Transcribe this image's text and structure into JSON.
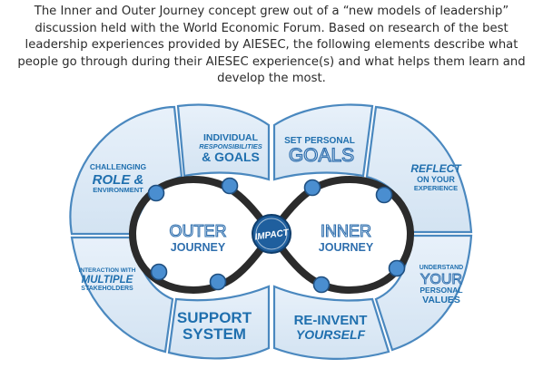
{
  "intro": "The Inner and Outer Journey concept grew out of a “new models of leadership” discussion held with the World Economic Forum. Based on research of the best leadership experiences provided by AIESEC, the following elements describe what people go through during their AIESEC experience(s) and what helps them learn and develop the most.",
  "colors": {
    "segment_fill": "#dce9f5",
    "segment_stroke": "#4a88bf",
    "ring": "#2b2b2b",
    "dot": "#4a8ed0",
    "text": "#1f6fae",
    "impact": "#1f5f9e"
  },
  "center": {
    "badge": "IMPACT"
  },
  "outer": {
    "line1": "OUTER",
    "line2": "JOURNEY"
  },
  "inner": {
    "line1": "INNER",
    "line2": "JOURNEY"
  },
  "segments": {
    "challenging": {
      "l1": "CHALLENGING",
      "l2": "ROLE &",
      "l3": "ENVIRONMENT"
    },
    "individual": {
      "l1": "INDIVIDUAL",
      "l2": "RESPONSIBILITIES",
      "l3": "& GOALS"
    },
    "interaction": {
      "l1": "INTERACTION WITH",
      "l2": "MULTIPLE",
      "l3": "STAKEHOLDERS"
    },
    "support": {
      "l1": "SUPPORT",
      "l2": "SYSTEM"
    },
    "goals": {
      "l1": "SET PERSONAL",
      "l2": "GOALS"
    },
    "reflect": {
      "l1": "REFLECT",
      "l2": "ON YOUR",
      "l3": "EXPERIENCE"
    },
    "values": {
      "l1": "UNDERSTAND",
      "l2": "YOUR",
      "l3": "PERSONAL",
      "l4": "VALUES"
    },
    "reinvent": {
      "l1": "RE-INVENT",
      "l2": "YOURSELF"
    }
  }
}
